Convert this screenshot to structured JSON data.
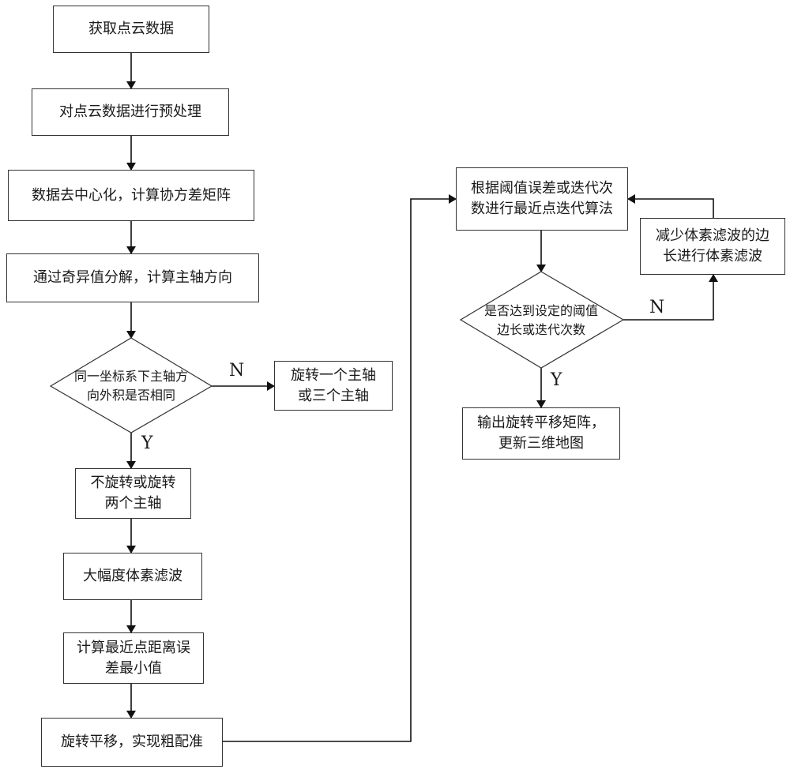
{
  "nodes": {
    "n1": "获取点云数据",
    "n2": "对点云数据进行预处理",
    "n3": "数据去中心化，计算协方差矩阵",
    "n4": "通过奇异值分解，计算主轴方向",
    "d1": [
      "同一坐标系下主轴方",
      "向外积是否相同"
    ],
    "r1": [
      "旋转一个主轴",
      "或三个主轴"
    ],
    "n5": [
      "不旋转或旋转",
      "两个主轴"
    ],
    "n6": "大幅度体素滤波",
    "n7": [
      "计算最近点距离误",
      "差最小值"
    ],
    "n8": "旋转平移，实现粗配准",
    "m1": [
      "根据阈值误差或迭代次",
      "数进行最近点迭代算法"
    ],
    "d2": [
      "是否达到设定的阈值",
      "边长或迭代次数"
    ],
    "m2": [
      "减少体素滤波的边",
      "长进行体素滤波"
    ],
    "m3": [
      "输出旋转平移矩阵，",
      "更新三维地图"
    ]
  },
  "labels": {
    "yes": "Y",
    "no": "N"
  }
}
